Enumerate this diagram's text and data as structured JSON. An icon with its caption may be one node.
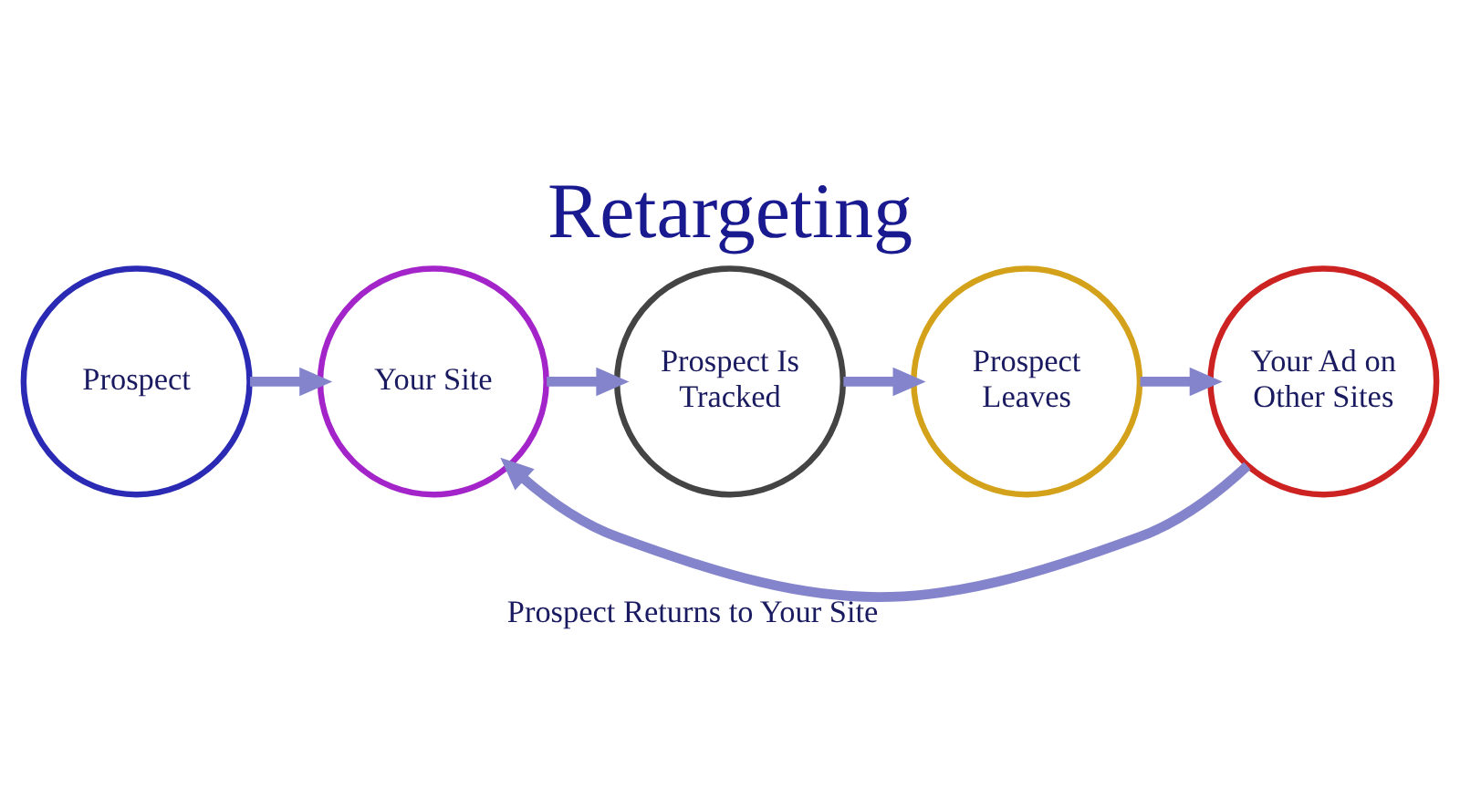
{
  "diagram": {
    "title": "Retargeting",
    "nodes": [
      {
        "text": [
          "Prospect"
        ]
      },
      {
        "text": [
          "Your Site"
        ]
      },
      {
        "text": [
          "Prospect Is Tracked"
        ]
      },
      {
        "text": [
          "Prospect Leaves"
        ]
      },
      {
        "text": [
          "Your Ad on Other Sites"
        ]
      }
    ],
    "edges": [
      {
        "from": 0,
        "to": 1,
        "arrow": "to"
      },
      {
        "from": 1,
        "to": 2,
        "arrow": "to"
      },
      {
        "from": 2,
        "to": 3,
        "arrow": "to"
      },
      {
        "from": 3,
        "to": 4,
        "arrow": "to"
      },
      {
        "from": 4,
        "to": 1,
        "arrow": "to",
        "label": "Prospect Returns to Your Site"
      }
    ]
  }
}
